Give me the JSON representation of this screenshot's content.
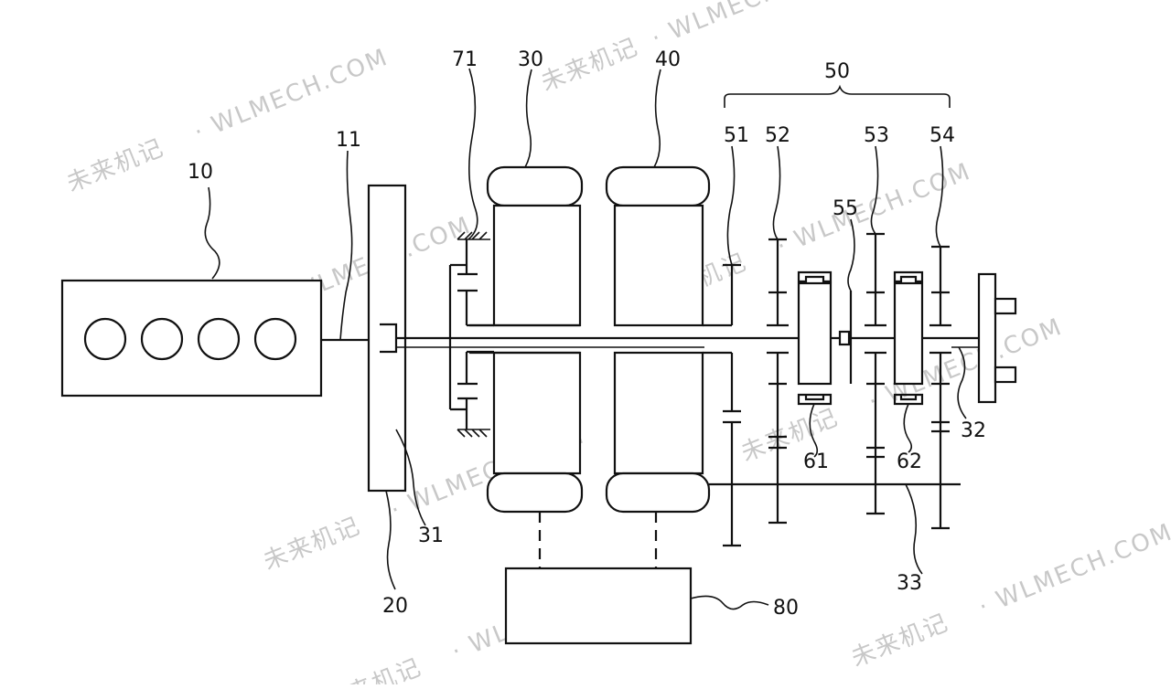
{
  "labels": {
    "engine": "10",
    "engine_shaft": "11",
    "damper": "20",
    "motor1": "30",
    "input_shaft": "31",
    "output_shaft": "32",
    "counter_shaft": "33",
    "motor2": "40",
    "gear_set": "50",
    "gear51": "51",
    "gear52": "52",
    "gear53": "53",
    "gear54": "54",
    "gear55": "55",
    "sync1": "61",
    "sync2": "62",
    "brake": "71",
    "controller": "80"
  },
  "watermark": {
    "cn": "未来机记",
    "en": "· WLMECH.COM"
  }
}
